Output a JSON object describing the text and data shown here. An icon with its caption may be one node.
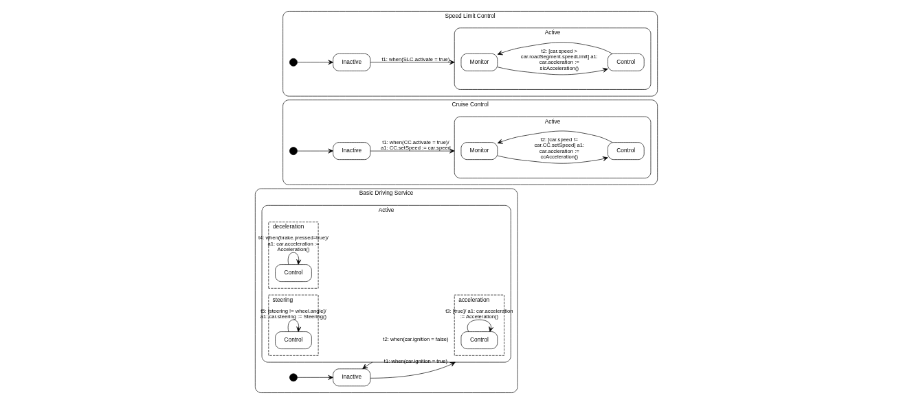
{
  "diagram": {
    "nodes": [
      {
        "text": [
          "Basic Driving Service"
        ]
      },
      {
        "text": [],
        "shape": "circle",
        "in": 0
      },
      {
        "text": [
          "Inactive"
        ],
        "in": 0
      },
      {
        "text": [
          "Active"
        ],
        "in": 0
      },
      {
        "text": [
          "acceleration"
        ],
        "in": 3
      },
      {
        "text": [
          "Control"
        ],
        "in": 4
      },
      {
        "text": [
          "deceleration"
        ],
        "in": 3
      },
      {
        "text": [
          "Control"
        ],
        "in": 6
      },
      {
        "text": [
          "steering"
        ],
        "in": 3
      },
      {
        "text": [
          "Control"
        ],
        "in": 8
      },
      {
        "text": [
          "Cruise Control"
        ]
      },
      {
        "text": [],
        "shape": "circle",
        "in": 10
      },
      {
        "text": [
          "Inactive"
        ],
        "in": 10
      },
      {
        "text": [
          "Active"
        ],
        "in": 10
      },
      {
        "text": [
          "Monitor"
        ],
        "in": 13
      },
      {
        "text": [
          "Control"
        ],
        "in": 13
      },
      {
        "text": [
          "Speed Limit Control"
        ]
      },
      {
        "text": [],
        "shape": "circle",
        "in": 16
      },
      {
        "text": [
          "Inactive"
        ],
        "in": 16
      },
      {
        "text": [
          "Active"
        ],
        "in": 16
      },
      {
        "text": [
          "Monitor"
        ],
        "in": 19
      },
      {
        "text": [
          "Control"
        ],
        "in": 19
      }
    ],
    "edges": [
      {
        "from": 1,
        "to": 2,
        "arrow": "to"
      },
      {
        "from": 2,
        "to": 3,
        "arrow": "to",
        "label": "t1: when(car.ignition = true)"
      },
      {
        "from": 3,
        "to": 2,
        "arrow": "to",
        "label": "t2: when(car.ignition = false)"
      },
      {
        "from": 5,
        "to": 5,
        "arrow": "to",
        "label": "t3: [true]/ a1: car.acceleration := Acceleration()"
      },
      {
        "from": 7,
        "to": 7,
        "arrow": "to",
        "label": "t4: when(brake.pressed=true)/ a1: car.acceleration := Acceleration()"
      },
      {
        "from": 9,
        "to": 9,
        "arrow": "to",
        "label": "t5: [steering != wheel.angle]/ a1: car.steering := Steering()"
      },
      {
        "from": 11,
        "to": 12,
        "arrow": "to"
      },
      {
        "from": 12,
        "to": 13,
        "arrow": "to",
        "label": "t1: when(CC.activate = true)/ a1: CC.setSpeed := car.speed"
      },
      {
        "from": 14,
        "to": 15,
        "arrow": "to",
        "label": "t2: [car.speed != car.CC.setSpeed] a1: car.accleration := ccAcceleration()"
      },
      {
        "from": 15,
        "to": 14,
        "arrow": "to"
      },
      {
        "from": 17,
        "to": 18,
        "arrow": "to"
      },
      {
        "from": 18,
        "to": 19,
        "arrow": "to",
        "label": "t1: when(SLC.activate = true)"
      },
      {
        "from": 20,
        "to": 21,
        "arrow": "to",
        "label": "t2: [car.speed > car.roadSegment.speedLimit] a1: car.accleration := slcAcceleration()"
      },
      {
        "from": 21,
        "to": 20,
        "arrow": "to"
      }
    ]
  }
}
